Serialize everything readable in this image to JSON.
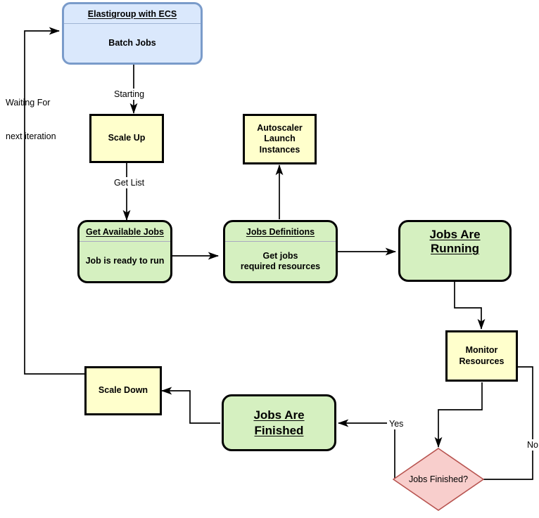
{
  "diagram": {
    "title": "Elastigroup with ECS batch jobs autoscaling flow",
    "colors": {
      "yellow_fill": "#ffffcc",
      "green_fill": "#d5f0c0",
      "blue_fill": "#dae8fc",
      "blue_border": "#7a9bca",
      "pink_fill": "#f8cecc",
      "pink_border": "#b85450",
      "line": "#000000"
    }
  },
  "nodes": {
    "elastigroup": {
      "title": "Elastigroup with ECS",
      "body": "Batch Jobs"
    },
    "scale_up": {
      "label": "Scale Up"
    },
    "autoscaler": {
      "line1": "Autoscaler",
      "line2": "Launch",
      "line3": "Instances"
    },
    "get_available_jobs": {
      "title": "Get Available Jobs",
      "body": "Job is ready to run"
    },
    "jobs_definitions": {
      "title": "Jobs Definitions",
      "body1": "Get jobs",
      "body2": "required resources"
    },
    "jobs_are_running": {
      "line1": "Jobs Are",
      "line2": "Running"
    },
    "monitor_resources": {
      "line1": "Monitor",
      "line2": "Resources"
    },
    "jobs_finished_decision": {
      "label": "Jobs Finished?"
    },
    "jobs_are_finished": {
      "line1": "Jobs Are ",
      "line2": "Finished"
    },
    "scale_down": {
      "label": "Scale Down"
    }
  },
  "edge_labels": {
    "waiting_line1": "Waiting For",
    "waiting_line2": "next iteration",
    "starting": "Starting",
    "get_list": "Get List",
    "yes": "Yes",
    "no": "No"
  }
}
